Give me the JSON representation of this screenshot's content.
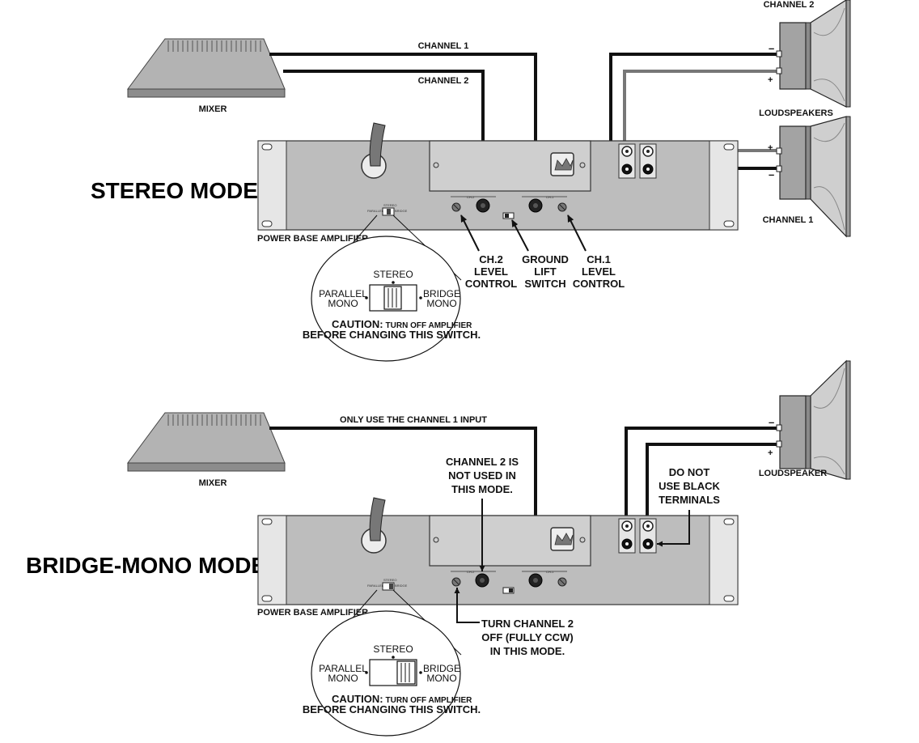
{
  "stereo": {
    "title": "STEREO MODE",
    "mixer": "MIXER",
    "amp": "POWER BASE AMPLIFIER",
    "ch1_wire": "CHANNEL 1",
    "ch2_wire": "CHANNEL 2",
    "loudspeakers": "LOUDSPEAKERS",
    "spk_ch2": "CHANNEL 2",
    "spk_ch1": "CHANNEL 1",
    "ch2_control": [
      "CH.2",
      "LEVEL",
      "CONTROL"
    ],
    "ground_lift": [
      "GROUND",
      "LIFT",
      "SWITCH"
    ],
    "ch1_control": [
      "CH.1",
      "LEVEL",
      "CONTROL"
    ],
    "switch": {
      "stereo": "STEREO",
      "parallel": [
        "PARALLEL",
        "MONO"
      ],
      "bridge": [
        "BRIDGE",
        "MONO"
      ],
      "caution_bold": "CAUTION:",
      "caution_rest": "TURN OFF AMPLIFIER",
      "caution_line2": "BEFORE CHANGING THIS SWITCH."
    }
  },
  "bridge": {
    "title": "BRIDGE-MONO MODE",
    "mixer": "MIXER",
    "amp": "POWER BASE AMPLIFIER",
    "ch1_only": "ONLY USE THE CHANNEL 1 INPUT",
    "loudspeaker": "LOUDSPEAKER",
    "ch2_unused": [
      "CHANNEL 2 IS",
      "NOT USED IN",
      "THIS MODE."
    ],
    "no_black": [
      "DO NOT",
      "USE BLACK",
      "TERMINALS"
    ],
    "turn_off": [
      "TURN CHANNEL 2",
      "OFF (FULLY CCW)",
      "IN THIS MODE."
    ],
    "switch": {
      "stereo": "STEREO",
      "parallel": [
        "PARALLEL",
        "MONO"
      ],
      "bridge": [
        "BRIDGE",
        "MONO"
      ],
      "caution_bold": "CAUTION:",
      "caution_rest": "TURN OFF AMPLIFIER",
      "caution_line2": "BEFORE CHANGING THIS SWITCH."
    }
  },
  "polarity": {
    "minus": "–",
    "plus": "+"
  }
}
